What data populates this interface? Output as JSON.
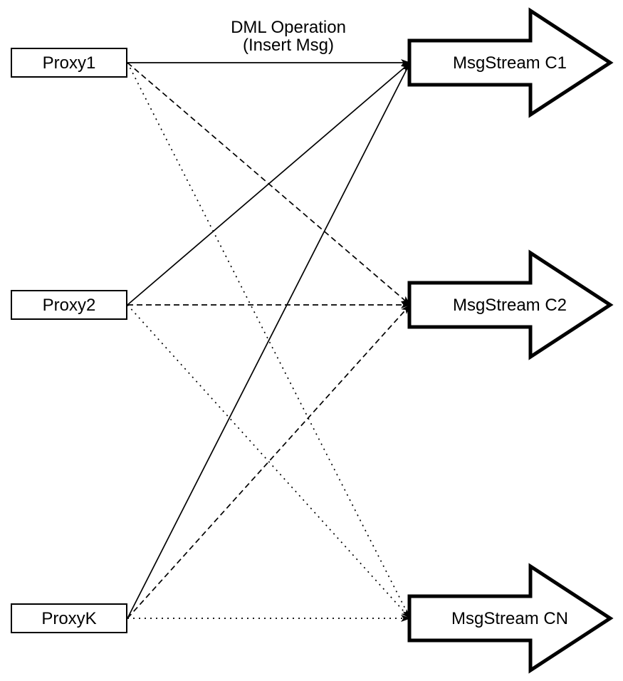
{
  "diagram_title": {
    "line1": "DML Operation",
    "line2": "(Insert Msg)"
  },
  "proxies": [
    {
      "id": "proxy1",
      "label": "Proxy1"
    },
    {
      "id": "proxy2",
      "label": "Proxy2"
    },
    {
      "id": "proxyk",
      "label": "ProxyK"
    }
  ],
  "streams": [
    {
      "id": "c1",
      "label": "MsgStream C1",
      "incoming_line_style": "solid"
    },
    {
      "id": "c2",
      "label": "MsgStream C2",
      "incoming_line_style": "dashed"
    },
    {
      "id": "cn",
      "label": "MsgStream CN",
      "incoming_line_style": "dotted"
    }
  ],
  "edges": [
    {
      "from": "proxy1",
      "to": "c1",
      "style": "solid"
    },
    {
      "from": "proxy2",
      "to": "c1",
      "style": "solid"
    },
    {
      "from": "proxyk",
      "to": "c1",
      "style": "solid"
    },
    {
      "from": "proxy1",
      "to": "c2",
      "style": "dashed"
    },
    {
      "from": "proxy2",
      "to": "c2",
      "style": "dashed"
    },
    {
      "from": "proxyk",
      "to": "c2",
      "style": "dashed"
    },
    {
      "from": "proxy1",
      "to": "cn",
      "style": "dotted"
    },
    {
      "from": "proxy2",
      "to": "cn",
      "style": "dotted"
    },
    {
      "from": "proxyk",
      "to": "cn",
      "style": "dotted"
    }
  ],
  "colors": {
    "stroke": "#000000",
    "fill": "#ffffff"
  }
}
